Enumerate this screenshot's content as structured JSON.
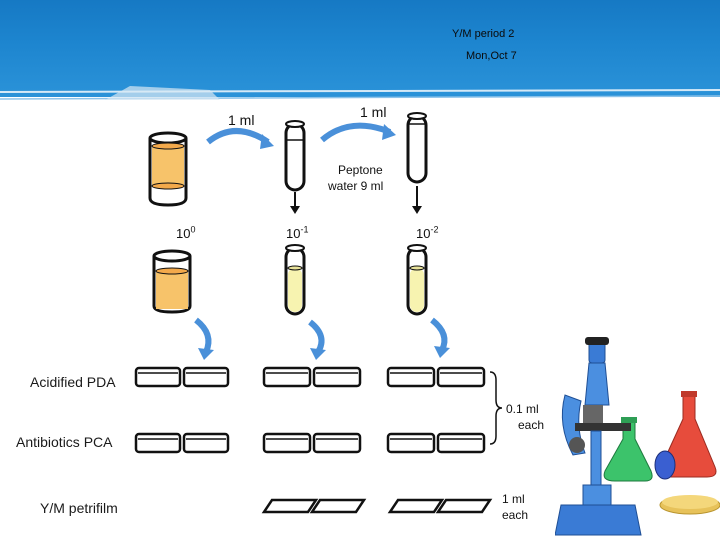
{
  "header": {
    "title": "Y/M period 2",
    "date": "Mon,Oct 7"
  },
  "transfer": {
    "first": "1 ml",
    "second": "1 ml"
  },
  "peptone": {
    "line1": "Peptone",
    "line2": "water 9 ml"
  },
  "dilutions": [
    {
      "base": "10",
      "exp": "0"
    },
    {
      "base": "10",
      "exp": "-1"
    },
    {
      "base": "10",
      "exp": "-2"
    }
  ],
  "media": {
    "pda": "Acidified PDA",
    "pca": "Antibiotics PCA",
    "petrifilm": "Y/M petrifilm"
  },
  "volumes": {
    "plate_line1": "0.1 ml",
    "plate_line2": "each",
    "film_line1": "1 ml",
    "film_line2": "each"
  },
  "colors": {
    "header_blue": "#1d85cf",
    "orange_liquid": "#f7c36a",
    "yellow_liquid": "#f7f3b0",
    "arrow_blue": "#4a90d9"
  }
}
